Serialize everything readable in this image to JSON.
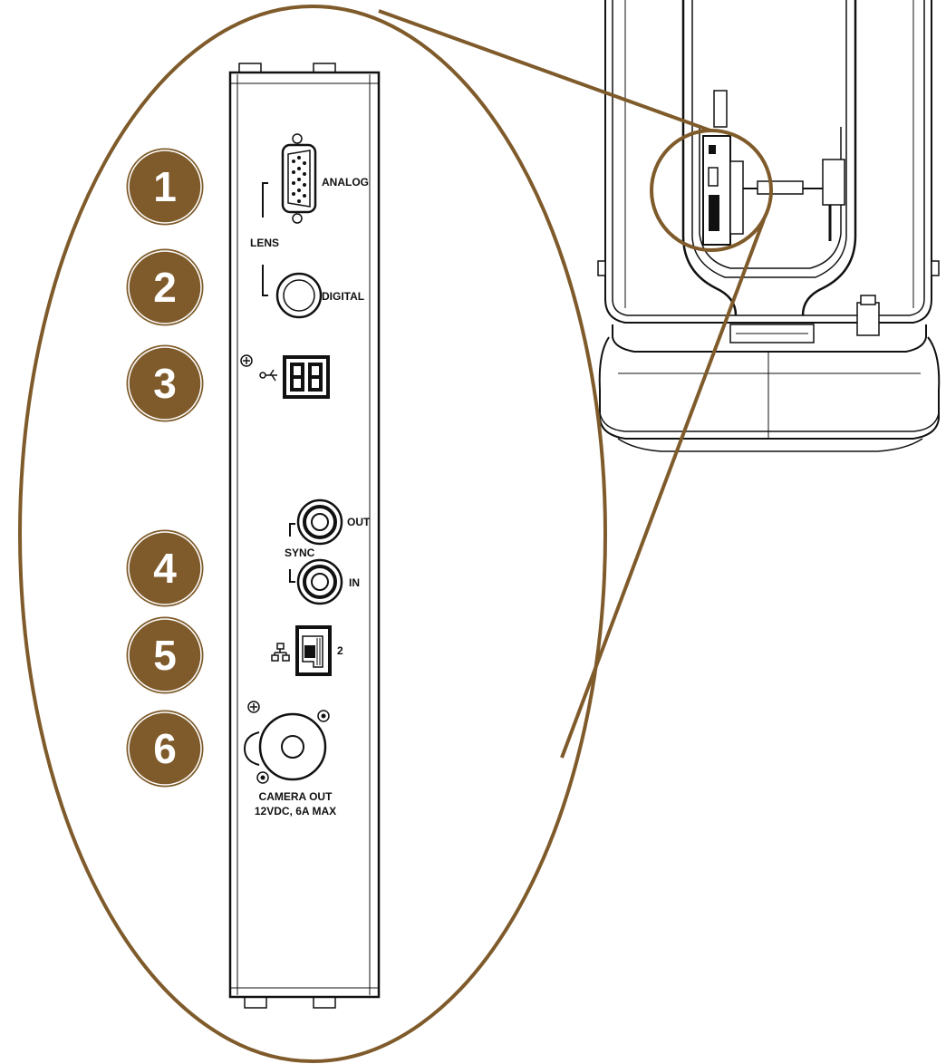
{
  "colors": {
    "badge": "#7f5b2b",
    "badge_ring": "#ffffff",
    "leader": "#7f5b2b",
    "line": "#111111"
  },
  "callouts": [
    {
      "number": "1",
      "port": "vga-connector-icon"
    },
    {
      "number": "2",
      "port": "digital-lens-connector-icon"
    },
    {
      "number": "3",
      "port": "usb-connector-icon"
    },
    {
      "number": "4",
      "port": "sync-bnc-connectors-icon"
    },
    {
      "number": "5",
      "port": "ethernet-port-icon"
    },
    {
      "number": "6",
      "port": "camera-power-connector-icon"
    }
  ],
  "labels": {
    "analog": "ANALOG",
    "lens": "LENS",
    "digital": "DIGITAL",
    "sync": "SYNC",
    "out": "OUT",
    "in": "IN",
    "ethernet_number": "2",
    "camera_out_line1": "CAMERA OUT",
    "camera_out_line2": "12VDC, 6A MAX"
  }
}
